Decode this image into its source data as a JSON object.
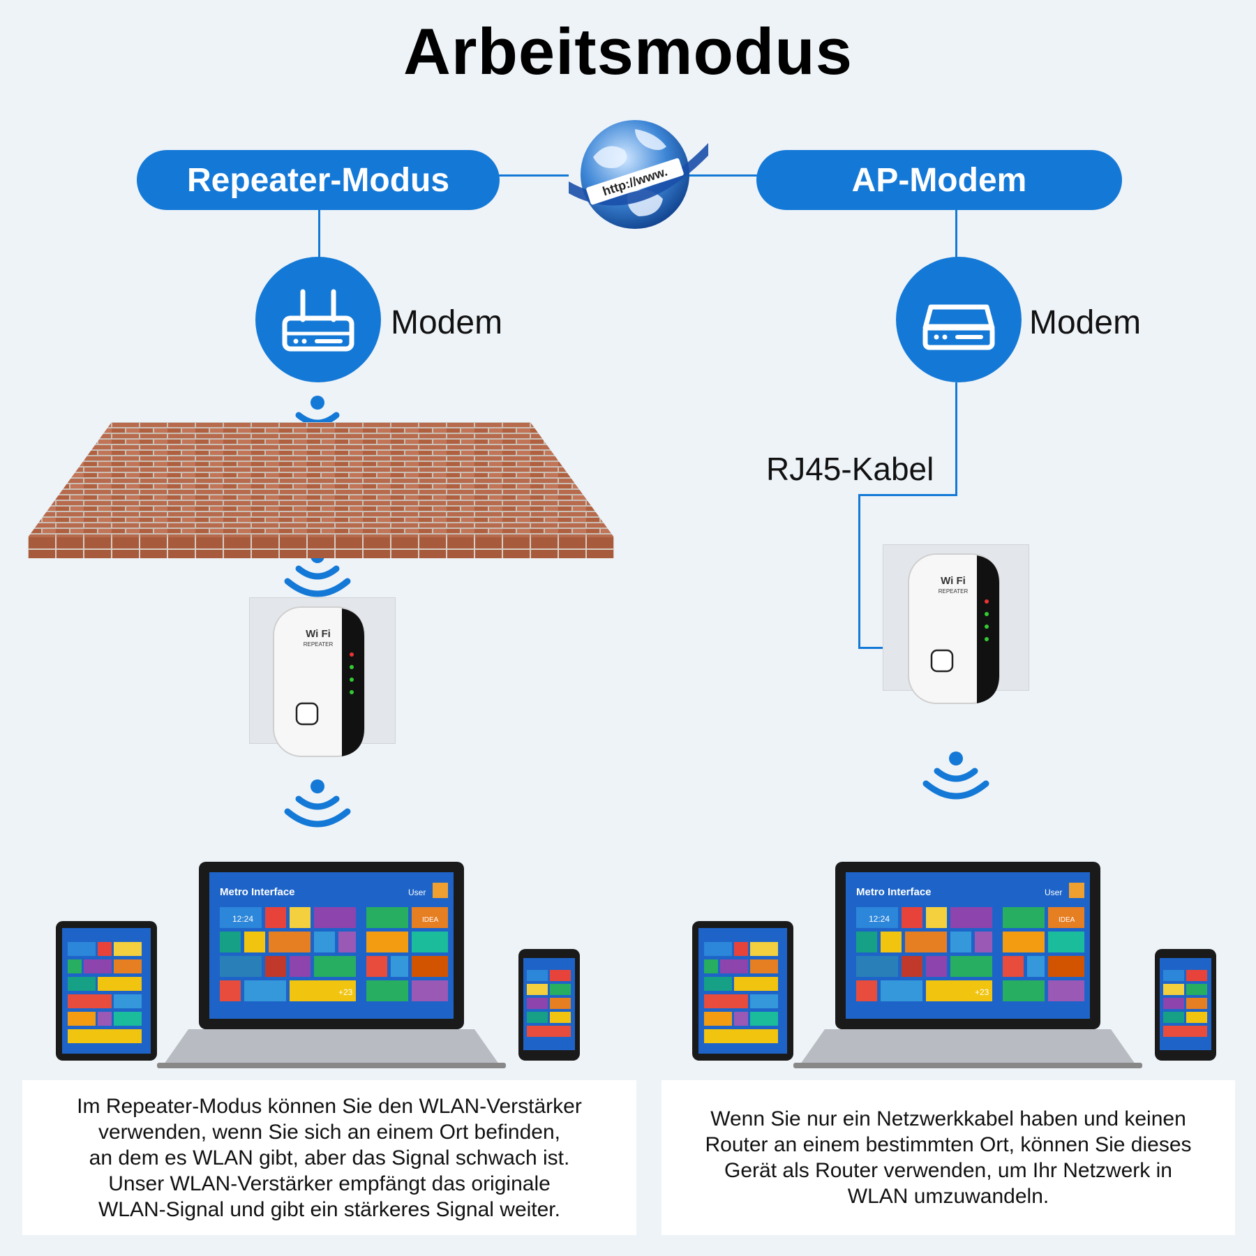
{
  "title": "Arbeitsmodus",
  "globe": {
    "label": "http://www."
  },
  "left_mode": {
    "pill": "Repeater-Modus",
    "modem_label": "Modem",
    "repeater_logo": "Wi Fi",
    "repeater_sub": "REPEATER",
    "description": [
      "Im Repeater-Modus können Sie den WLAN-Verstärker",
      "verwenden, wenn Sie sich an einem Ort befinden,",
      "an dem es WLAN gibt, aber das Signal schwach ist.",
      "Unser WLAN-Verstärker empfängt das originale",
      "WLAN-Signal und gibt ein stärkeres Signal weiter."
    ]
  },
  "right_mode": {
    "pill": "AP-Modem",
    "modem_label": "Modem",
    "cable_label": "RJ45-Kabel",
    "repeater_logo": "Wi Fi",
    "repeater_sub": "REPEATER",
    "description": [
      "Wenn Sie nur ein Netzwerkkabel haben und keinen",
      "Router an einem bestimmten Ort, können Sie dieses",
      "Gerät als Router verwenden, um Ihr Netzwerk in",
      "WLAN umzuwandeln."
    ]
  },
  "screen": {
    "title": "Metro Interface",
    "user": "User",
    "time": "12:24",
    "idea": "IDEA",
    "plus": "+23"
  },
  "colors": {
    "accent": "#1479d6",
    "background": "#eef3f8",
    "brick": "#b86a4c"
  }
}
